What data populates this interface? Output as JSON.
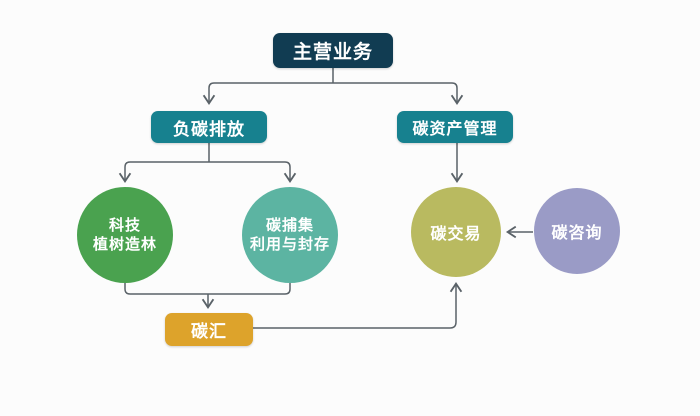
{
  "diagram": {
    "nodes": {
      "root": {
        "label": "主营业务"
      },
      "negative_carbon": {
        "label": "负碳排放"
      },
      "carbon_asset_mgmt": {
        "label": "碳资产管理"
      },
      "tech_afforestation": {
        "line1": "科技",
        "line2": "植树造林"
      },
      "ccus": {
        "line1": "碳捕集",
        "line2": "利用与封存"
      },
      "carbon_trading": {
        "label": "碳交易"
      },
      "carbon_consulting": {
        "label": "碳咨询"
      },
      "carbon_sink": {
        "label": "碳汇"
      }
    },
    "edges": [
      {
        "from": "root",
        "to": "negative_carbon"
      },
      {
        "from": "root",
        "to": "carbon_asset_mgmt"
      },
      {
        "from": "negative_carbon",
        "to": "tech_afforestation"
      },
      {
        "from": "negative_carbon",
        "to": "ccus"
      },
      {
        "from": "tech_afforestation",
        "to": "carbon_sink"
      },
      {
        "from": "ccus",
        "to": "carbon_sink"
      },
      {
        "from": "carbon_sink",
        "to": "carbon_trading"
      },
      {
        "from": "carbon_asset_mgmt",
        "to": "carbon_trading"
      },
      {
        "from": "carbon_consulting",
        "to": "carbon_trading"
      }
    ],
    "colors": {
      "background": "#fcfcfc",
      "root_box": "#113c52",
      "branch_box": "#17818f",
      "green_circle": "#4aa24f",
      "teal_circle": "#5cb4a2",
      "olive_circle": "#b9ba60",
      "purple_circle": "#9a9bc6",
      "gold_box": "#dda32b",
      "connector": "#5a6268",
      "node_text": "#ffffff"
    }
  }
}
